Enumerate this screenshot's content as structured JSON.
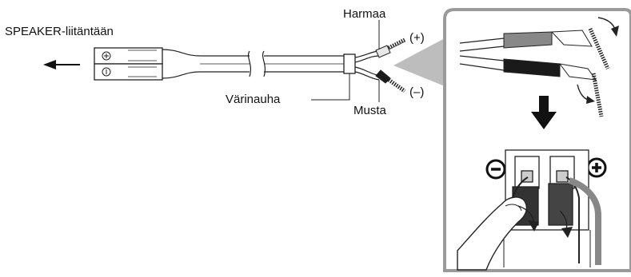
{
  "labels": {
    "connector": "SPEAKER-liitäntään",
    "gray": "Harmaa",
    "black": "Musta",
    "tape": "Värinauha",
    "plus": "(+)",
    "minus": "(–)"
  },
  "terminal_symbols": {
    "minus": "−",
    "plus": "+"
  },
  "colors": {
    "gray_wire": "#8a8a8a",
    "black_wire": "#1a1a1a",
    "panel_border": "#9a9a9a"
  }
}
